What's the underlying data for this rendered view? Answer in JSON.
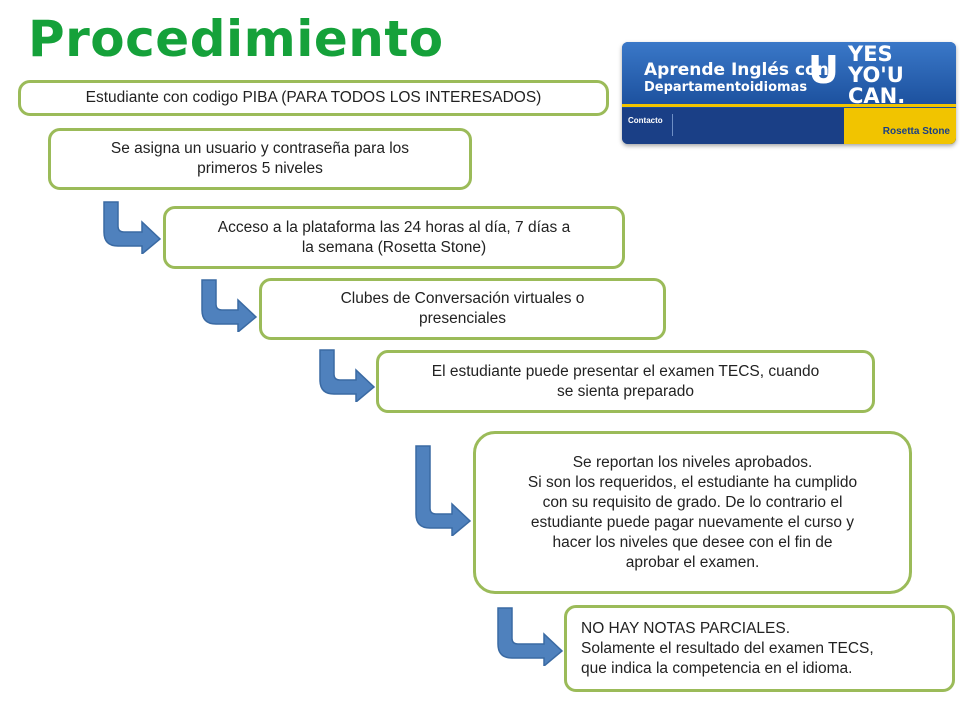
{
  "title": "Procedimiento",
  "banner": {
    "line1": "Aprende Inglés con",
    "line2": "Departamentoidiomas",
    "u_letter": "U",
    "slogan": "YES\nYO'U\nCAN.",
    "contact": "Contacto",
    "partner": "Rosetta Stone"
  },
  "steps": [
    "Estudiante con codigo PIBA (PARA TODOS LOS INTERESADOS)",
    "Se asigna un usuario y contraseña para los\nprimeros 5 niveles",
    "Acceso a la plataforma las 24 horas al día, 7 días a\nla semana (Rosetta Stone)",
    "Clubes de Conversación virtuales o\npresenciales",
    "El estudiante puede presentar el examen TECS, cuando\nse sienta preparado",
    "Se reportan los niveles aprobados.\nSi son los requeridos, el estudiante ha cumplido\ncon su requisito de grado. De lo contrario el\nestudiante puede pagar nuevamente el curso y\nhacer los niveles que desee con el fin de\naprobar el examen.",
    "NO HAY NOTAS PARCIALES.\nSolamente el resultado del examen TECS,\nque indica la competencia en el idioma."
  ],
  "colors": {
    "title": "#15a13a",
    "box_border": "#9bbb59",
    "arrow": "#4f81bd"
  }
}
